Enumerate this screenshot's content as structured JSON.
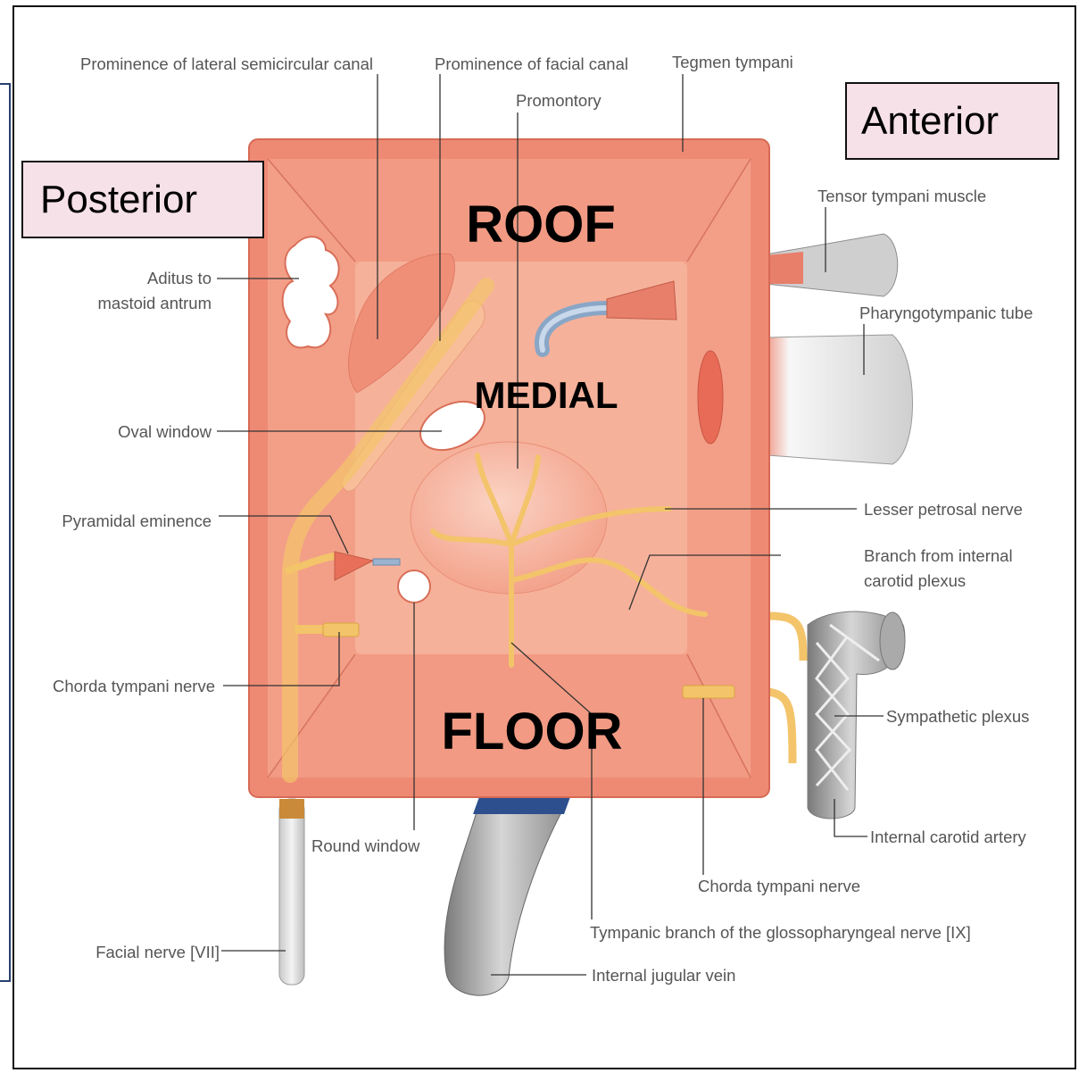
{
  "regions": {
    "roof": "ROOF",
    "medial": "MEDIAL",
    "floor": "FLOOR"
  },
  "directions": {
    "posterior": "Posterior",
    "anterior": "Anterior"
  },
  "labels": {
    "prominence_lateral_canal": "Prominence of lateral semicircular canal",
    "prominence_facial_canal": "Prominence of facial canal",
    "tegmen_tympani": "Tegmen tympani",
    "promontory": "Promontory",
    "tensor_tympani": "Tensor tympani muscle",
    "aditus_line1": "Aditus to",
    "aditus_line2": "mastoid antrum",
    "pharyngotympanic_tube": "Pharyngotympanic tube",
    "oval_window": "Oval window",
    "lesser_petrosal": "Lesser petrosal nerve",
    "branch_icp_line1": "Branch from internal",
    "branch_icp_line2": "carotid plexus",
    "pyramidal_eminence": "Pyramidal eminence",
    "chorda_tympani_left": "Chorda tympani nerve",
    "sympathetic_plexus": "Sympathetic plexus",
    "internal_carotid": "Internal carotid artery",
    "round_window": "Round window",
    "chorda_tympani_bottom": "Chorda tympani nerve",
    "tympanic_branch": "Tympanic branch of the glossopharyngeal nerve [IX]",
    "facial_nerve": "Facial nerve [VII]",
    "internal_jugular": "Internal jugular vein"
  },
  "colors": {
    "wall_outer": "#ee8a74",
    "wall_inner": "#f4a48b",
    "medial_wall": "#f6b19a",
    "nerve": "#f3c46a",
    "label_box": "#f6e1e8",
    "vessel": "#9c9c9c"
  }
}
